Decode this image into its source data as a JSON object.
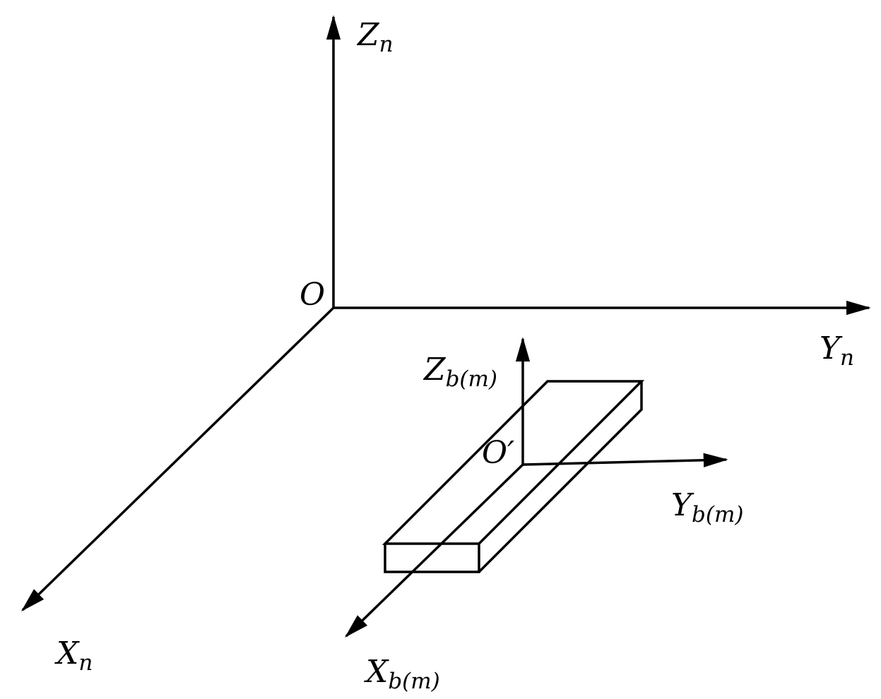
{
  "figure": {
    "background_color": "#ffffff",
    "line_color": "#000000",
    "description": "Two right-handed coordinate frames: a navigation frame with origin O and a body frame with origin O-prime attached to a rectangular bar (wireframe box)",
    "navigation_frame": {
      "origin": "O",
      "z_axis": {
        "base": "Z",
        "sub": "n"
      },
      "y_axis": {
        "base": "Y",
        "sub": "n"
      },
      "x_axis": {
        "base": "X",
        "sub": "n"
      }
    },
    "body_frame": {
      "origin": "O′",
      "z_axis": {
        "base": "Z",
        "sub": "b(m)"
      },
      "y_axis": {
        "base": "Y",
        "sub": "b(m)"
      },
      "x_axis": {
        "base": "X",
        "sub": "b(m)"
      }
    }
  }
}
